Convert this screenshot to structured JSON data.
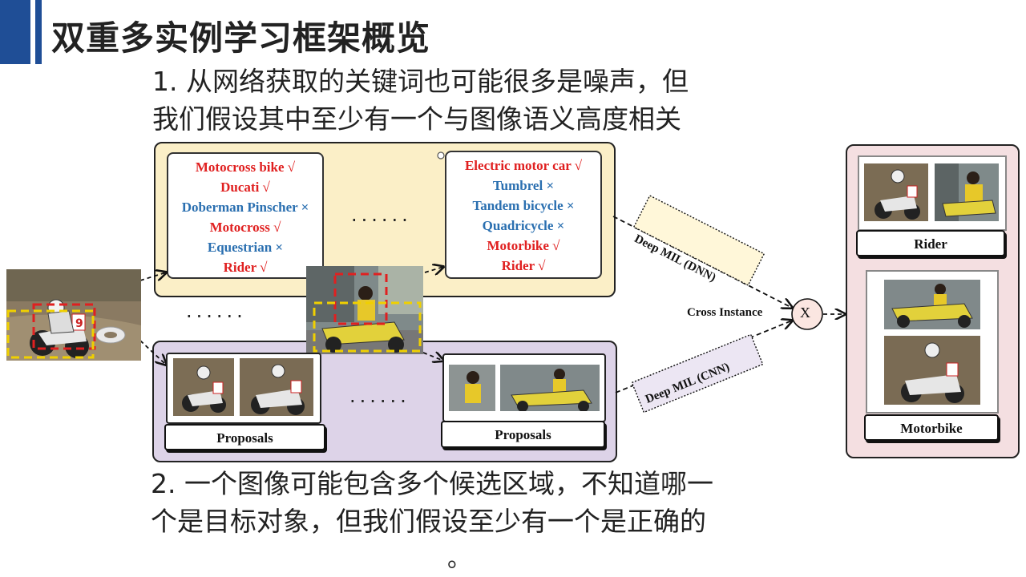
{
  "title": "双重多实例学习框架概览",
  "note_top": {
    "line1": "1. 从网络获取的关键词也可能很多是噪声，但",
    "line2": "我们假设其中至少有一个与图像语义高度相关"
  },
  "note_bottom": {
    "line1": "2. 一个图像可能包含多个候选区域，不知道哪一",
    "line2": "个是目标对象，但我们假设至少有一个是正确的",
    "line3": "。"
  },
  "keywords_left": [
    {
      "text": "Motocross bike √",
      "relevant": true
    },
    {
      "text": "Ducati √",
      "relevant": true
    },
    {
      "text": "Doberman Pinscher ×",
      "relevant": false
    },
    {
      "text": "Motocross √",
      "relevant": true
    },
    {
      "text": "Equestrian ×",
      "relevant": false
    },
    {
      "text": "Rider √",
      "relevant": true
    }
  ],
  "keywords_right": [
    {
      "text": "Electric motor car √",
      "relevant": true
    },
    {
      "text": "Tumbrel ×",
      "relevant": false
    },
    {
      "text": "Tandem bicycle ×",
      "relevant": false
    },
    {
      "text": "Quadricycle ×",
      "relevant": false
    },
    {
      "text": "Motorbike √",
      "relevant": true
    },
    {
      "text": "Rider √",
      "relevant": true
    }
  ],
  "ellipsis": {
    "keywords": "......",
    "middle": "......",
    "proposals": "......"
  },
  "proposals": {
    "left_label": "Proposals",
    "right_label": "Proposals"
  },
  "streams": {
    "dnn": "Deep MIL (DNN)",
    "cnn": "Deep MIL (CNN)",
    "cross_instance": "Cross Instance",
    "fusion_symbol": "X"
  },
  "results": {
    "rider_label": "Rider",
    "motorbike_label": "Motorbike"
  },
  "colors": {
    "accent_bar": "#1f4e96",
    "relevant_keyword": "#e02020",
    "noise_keyword": "#2a6fb0",
    "keyword_panel": "#fbefc7",
    "proposal_panel": "#ddd3e8",
    "result_panel": "#f4dfe1"
  }
}
